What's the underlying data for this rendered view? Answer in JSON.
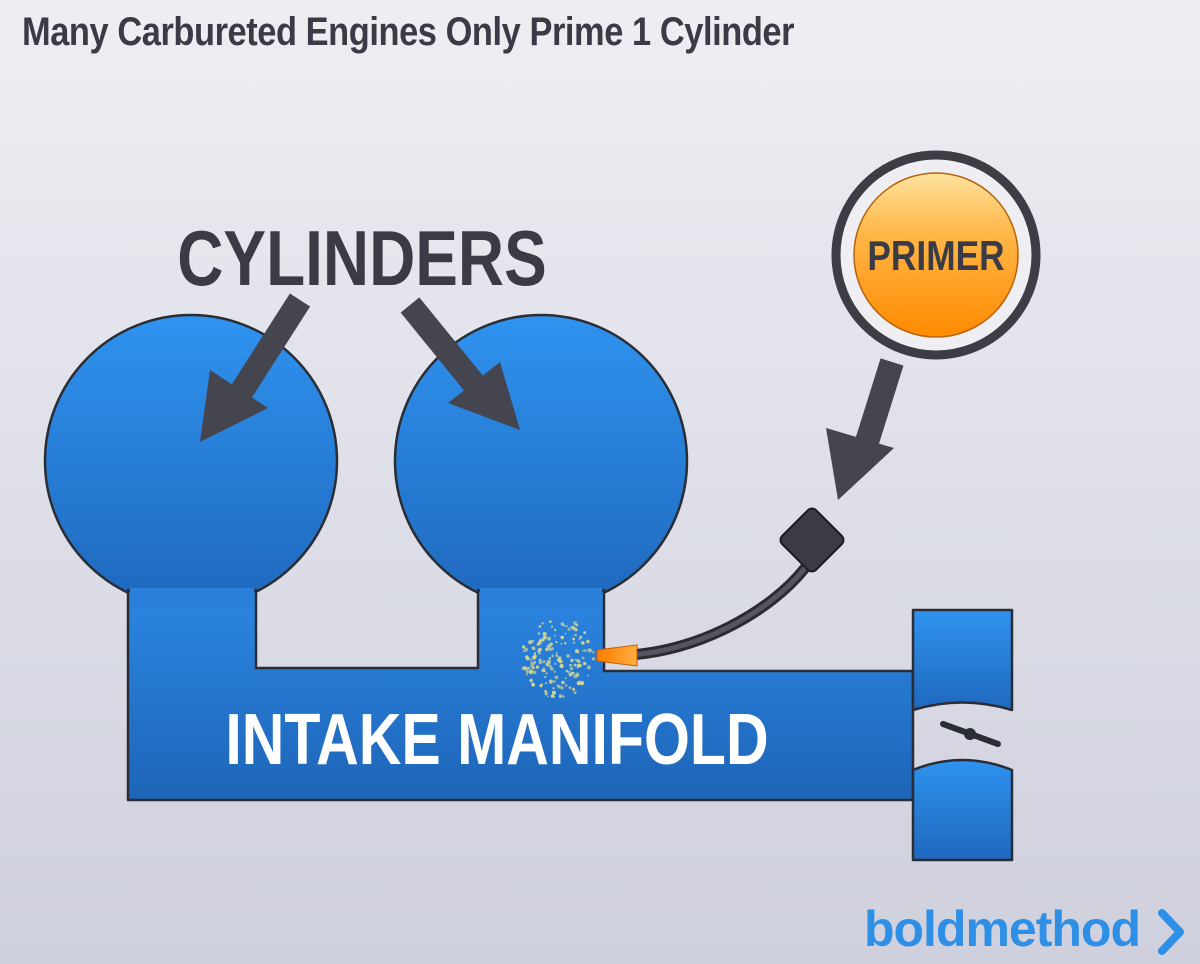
{
  "title": "Many Carbureted Engines Only Prime 1 Cylinder",
  "labels": {
    "cylinders": "CYLINDERS",
    "primer": "PRIMER",
    "intake_manifold": "INTAKE MANIFOLD"
  },
  "brand": {
    "logo_text": "boldmethod",
    "color": "#2e8fe6"
  },
  "colors": {
    "cylinder_blue_top": "#2f93f0",
    "cylinder_blue_bottom": "#1f68bd",
    "arrow": "#44454e",
    "primer_orange": "#ff9a18",
    "nozzle": "#ff8a10",
    "spray": "#d8d690"
  },
  "icons": {
    "logo_arrow": "chevron-right-icon"
  }
}
